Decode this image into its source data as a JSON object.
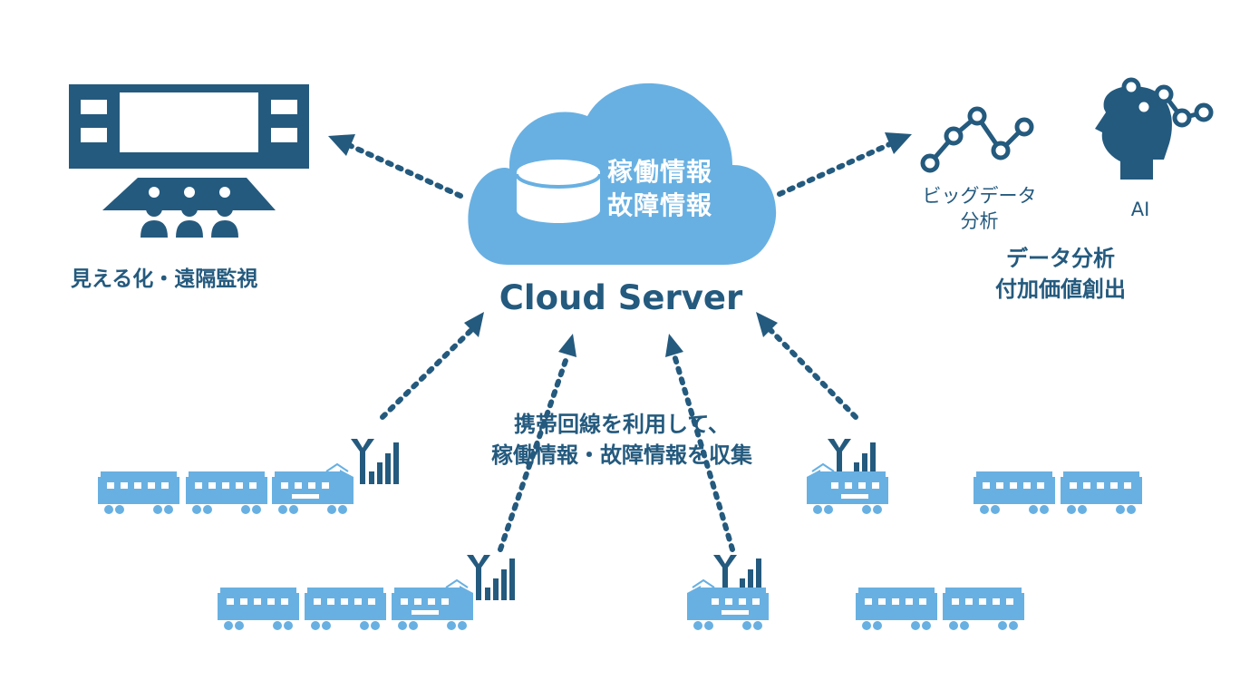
{
  "cloud": {
    "line1": "稼働情報",
    "line2": "故障情報",
    "title": "Cloud Server"
  },
  "monitor": {
    "caption": "見える化・遠隔監視"
  },
  "analysis": {
    "bigdata_line1": "ビッグデータ",
    "bigdata_line2": "分析",
    "ai_label": "AI",
    "caption_line1": "データ分析",
    "caption_line2": "付加価値創出"
  },
  "collection": {
    "line1": "携帯回線を利用して、",
    "line2": "稼働情報・故障情報を収集"
  },
  "colors": {
    "dark_blue": "#245a7e",
    "light_blue": "#68b0e2",
    "white": "#ffffff"
  },
  "icons": [
    "monitor-icon",
    "operators-icon",
    "database-icon",
    "cloud-icon",
    "line-chart-icon",
    "ai-head-icon",
    "antenna-icon",
    "train-icon",
    "arrow-icon"
  ]
}
